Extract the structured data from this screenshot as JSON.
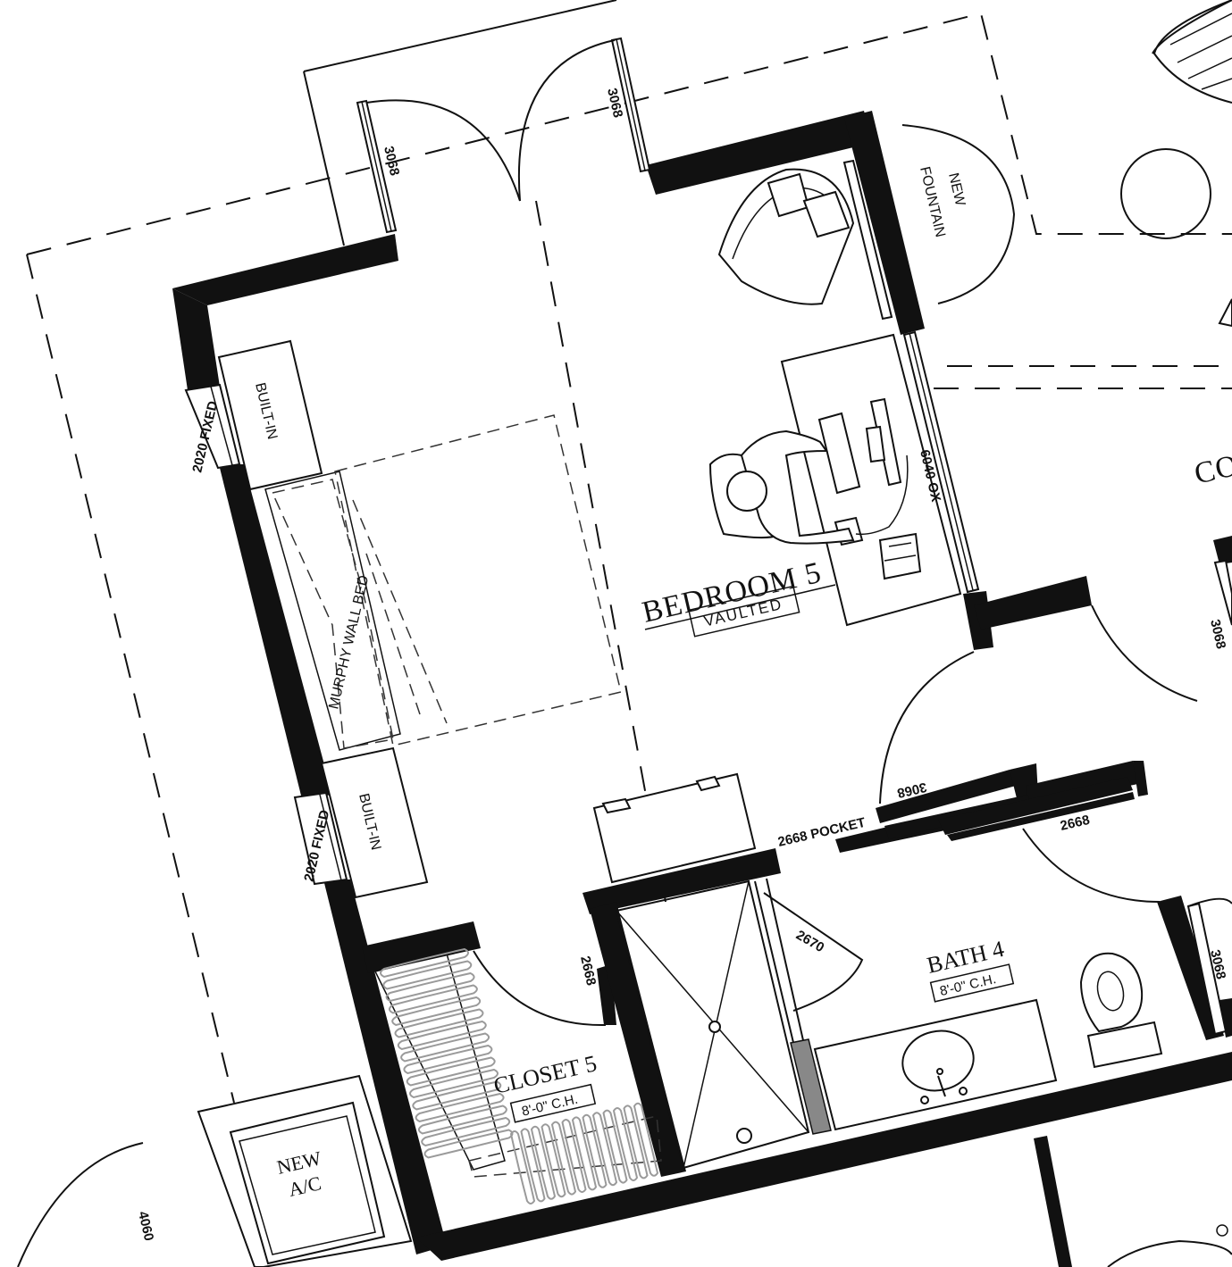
{
  "rooms": {
    "bedroom_5": {
      "name": "BEDROOM 5",
      "note": "VAULTED"
    },
    "closet_5": {
      "name": "CLOSET 5",
      "ceiling": "8'-0\" C.H."
    },
    "bath_4": {
      "name": "BATH 4",
      "ceiling": "8'-0\" C.H."
    },
    "partial_room": {
      "name": "CO"
    }
  },
  "windows": {
    "top_left": "3068",
    "top_right": "3068",
    "left_upper": "2020 FIXED",
    "left_lower": "2020 FIXED",
    "right_desk": "6040 OX",
    "far_right_upper": "3068",
    "far_right_lower": "3068",
    "bottom_left": "4060"
  },
  "doors": {
    "bedroom_entry": "3068",
    "bath_pocket": "2668 POCKET",
    "bath_right": "2668",
    "closet": "2668",
    "shower": "2670"
  },
  "fixtures": {
    "built_in_upper": "BUILT-IN",
    "built_in_lower": "BUILT-IN",
    "murphy_bed": "MURPHY WALL BED",
    "new_fountain": [
      "NEW",
      "FOUNTAIN"
    ],
    "new_ac": [
      "NEW",
      "A/C"
    ]
  }
}
